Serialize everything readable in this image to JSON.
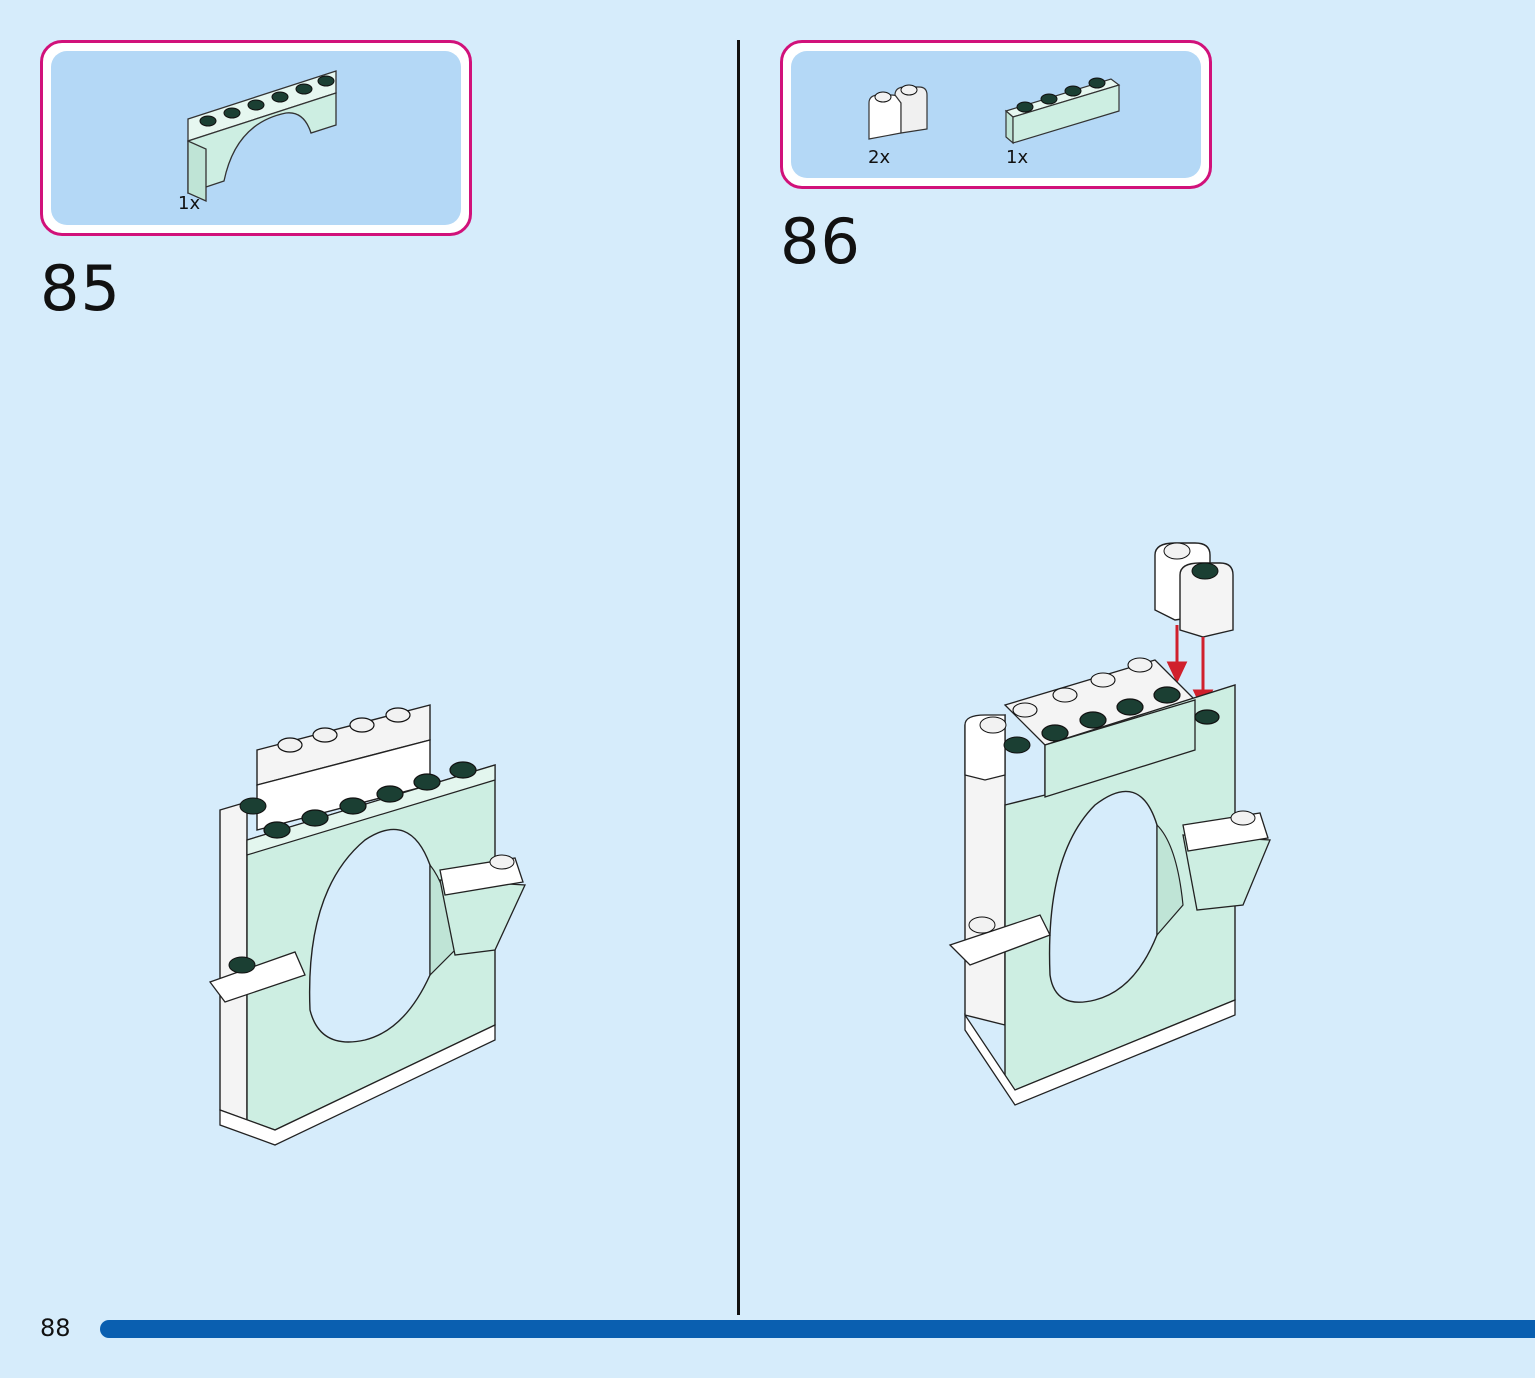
{
  "page_number": "88",
  "steps": [
    {
      "number": "85",
      "parts": [
        {
          "quantity": "1x",
          "part_icon": "arch-brick-icon",
          "color": "#cdeee2"
        }
      ]
    },
    {
      "number": "86",
      "parts": [
        {
          "quantity": "2x",
          "part_icon": "round-corner-brick-icon",
          "color": "#ffffff"
        },
        {
          "quantity": "1x",
          "part_icon": "long-brick-icon",
          "color": "#cdeee2"
        }
      ]
    }
  ],
  "colors": {
    "background": "#d6ecfb",
    "parts_box_border": "#d1117a",
    "parts_box_fill": "#b4d8f6",
    "mint_brick": "#cdeee2",
    "arrow": "#d0202c",
    "progress_bar": "#0a5fb0"
  }
}
